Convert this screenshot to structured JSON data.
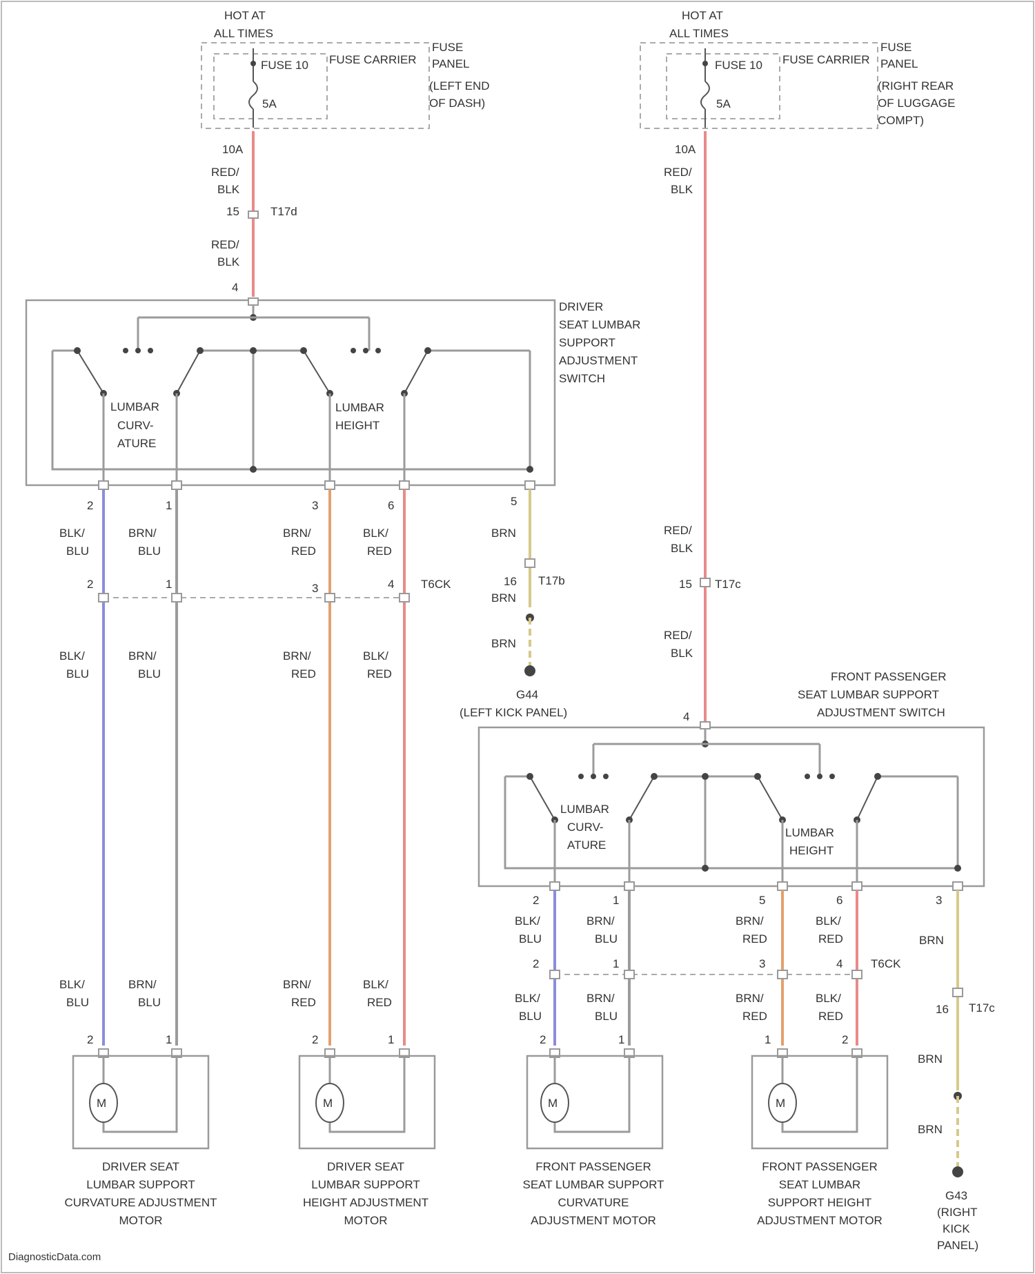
{
  "fuse_left": {
    "hot": "HOT AT",
    "hot2": "ALL TIMES",
    "fuse": "FUSE 10",
    "amps": "5A",
    "carrier": "FUSE CARRIER",
    "panel1": "FUSE",
    "panel2": "PANEL",
    "loc1": "(LEFT END",
    "loc2": "OF DASH)"
  },
  "fuse_right": {
    "hot": "HOT AT",
    "hot2": "ALL TIMES",
    "fuse": "FUSE 10",
    "amps": "5A",
    "carrier": "FUSE CARRIER",
    "panel1": "FUSE",
    "panel2": "PANEL",
    "loc1": "(RIGHT REAR",
    "loc2": "OF LUGGAGE",
    "loc3": "COMPT)"
  },
  "wires": {
    "red_blk_1": "RED/",
    "red_blk_2": "BLK",
    "blk_blu_1": "BLK/",
    "blk_blu_2": "BLU",
    "brn_blu_1": "BRN/",
    "brn_blu_2": "BLU",
    "brn_red_1": "BRN/",
    "brn_red_2": "RED",
    "blk_red_1": "BLK/",
    "blk_red_2": "RED",
    "brn": "BRN"
  },
  "pins": {
    "p10a": "10A",
    "p15": "15",
    "p16": "16",
    "p4": "4",
    "p1": "1",
    "p2": "2",
    "p3": "3",
    "p5": "5",
    "p6": "6"
  },
  "connectors": {
    "t17": "T17d",
    "t17b": "T17b",
    "t17c": "T17c",
    "t6": "T6CK",
    "t6b": "T6CK"
  },
  "driver_switch": {
    "l1": "DRIVER",
    "l2": "SEAT LUMBAR",
    "l3": "SUPPORT",
    "l4": "ADJUSTMENT",
    "l5": "SWITCH",
    "curv1": "LUMBAR",
    "curv2": "CURV-",
    "curv3": "ATURE",
    "height1": "LUMBAR",
    "height2": "HEIGHT"
  },
  "pass_switch": {
    "l1": "FRONT PASSENGER",
    "l2": "SEAT LUMBAR SUPPORT",
    "l3": "ADJUSTMENT SWITCH",
    "curv1": "LUMBAR",
    "curv2": "CURV-",
    "curv3": "ATURE",
    "height1": "LUMBAR",
    "height2": "HEIGHT"
  },
  "ground_left": {
    "name": "G44",
    "loc": "(LEFT KICK PANEL)"
  },
  "ground_right": {
    "name": "G43",
    "loc1": "(RIGHT",
    "loc2": "KICK",
    "loc3": "PANEL)"
  },
  "motor_letter": "M",
  "motors": {
    "m1": [
      "DRIVER SEAT",
      "LUMBAR SUPPORT",
      "CURVATURE ADJUSTMENT",
      "MOTOR"
    ],
    "m2": [
      "DRIVER SEAT",
      "LUMBAR SUPPORT",
      "HEIGHT ADJUSTMENT",
      "MOTOR"
    ],
    "m3": [
      "FRONT PASSENGER",
      "SEAT LUMBAR SUPPORT",
      "CURVATURE",
      "ADJUSTMENT MOTOR"
    ],
    "m4": [
      "FRONT PASSENGER",
      "SEAT LUMBAR",
      "SUPPORT HEIGHT",
      "ADJUSTMENT MOTOR"
    ]
  },
  "watermark": "DiagnosticData.com",
  "colors": {
    "red": "#e98a8a",
    "blue": "#8c8cdc",
    "gray": "#9b9b9b",
    "orange": "#e3a06d",
    "yellow": "#d6c98a"
  }
}
